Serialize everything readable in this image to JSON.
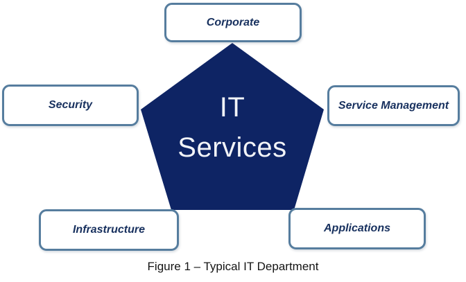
{
  "diagram": {
    "center": {
      "line1": "IT",
      "line2": "Services"
    },
    "nodes": [
      {
        "id": "corporate",
        "label": "Corporate"
      },
      {
        "id": "security",
        "label": "Security"
      },
      {
        "id": "service-management",
        "label": "Service Management"
      },
      {
        "id": "infrastructure",
        "label": "Infrastructure"
      },
      {
        "id": "applications",
        "label": "Applications"
      }
    ],
    "caption": "Figure 1 – Typical IT Department"
  },
  "colors": {
    "background": "#ffffff",
    "pentagon_fill": "#0e2464",
    "center_text": "#f2f4f8",
    "box_fill": "#ffffff",
    "box_border": "#567d9e",
    "box_text": "#17305e",
    "caption_text": "#141414"
  }
}
